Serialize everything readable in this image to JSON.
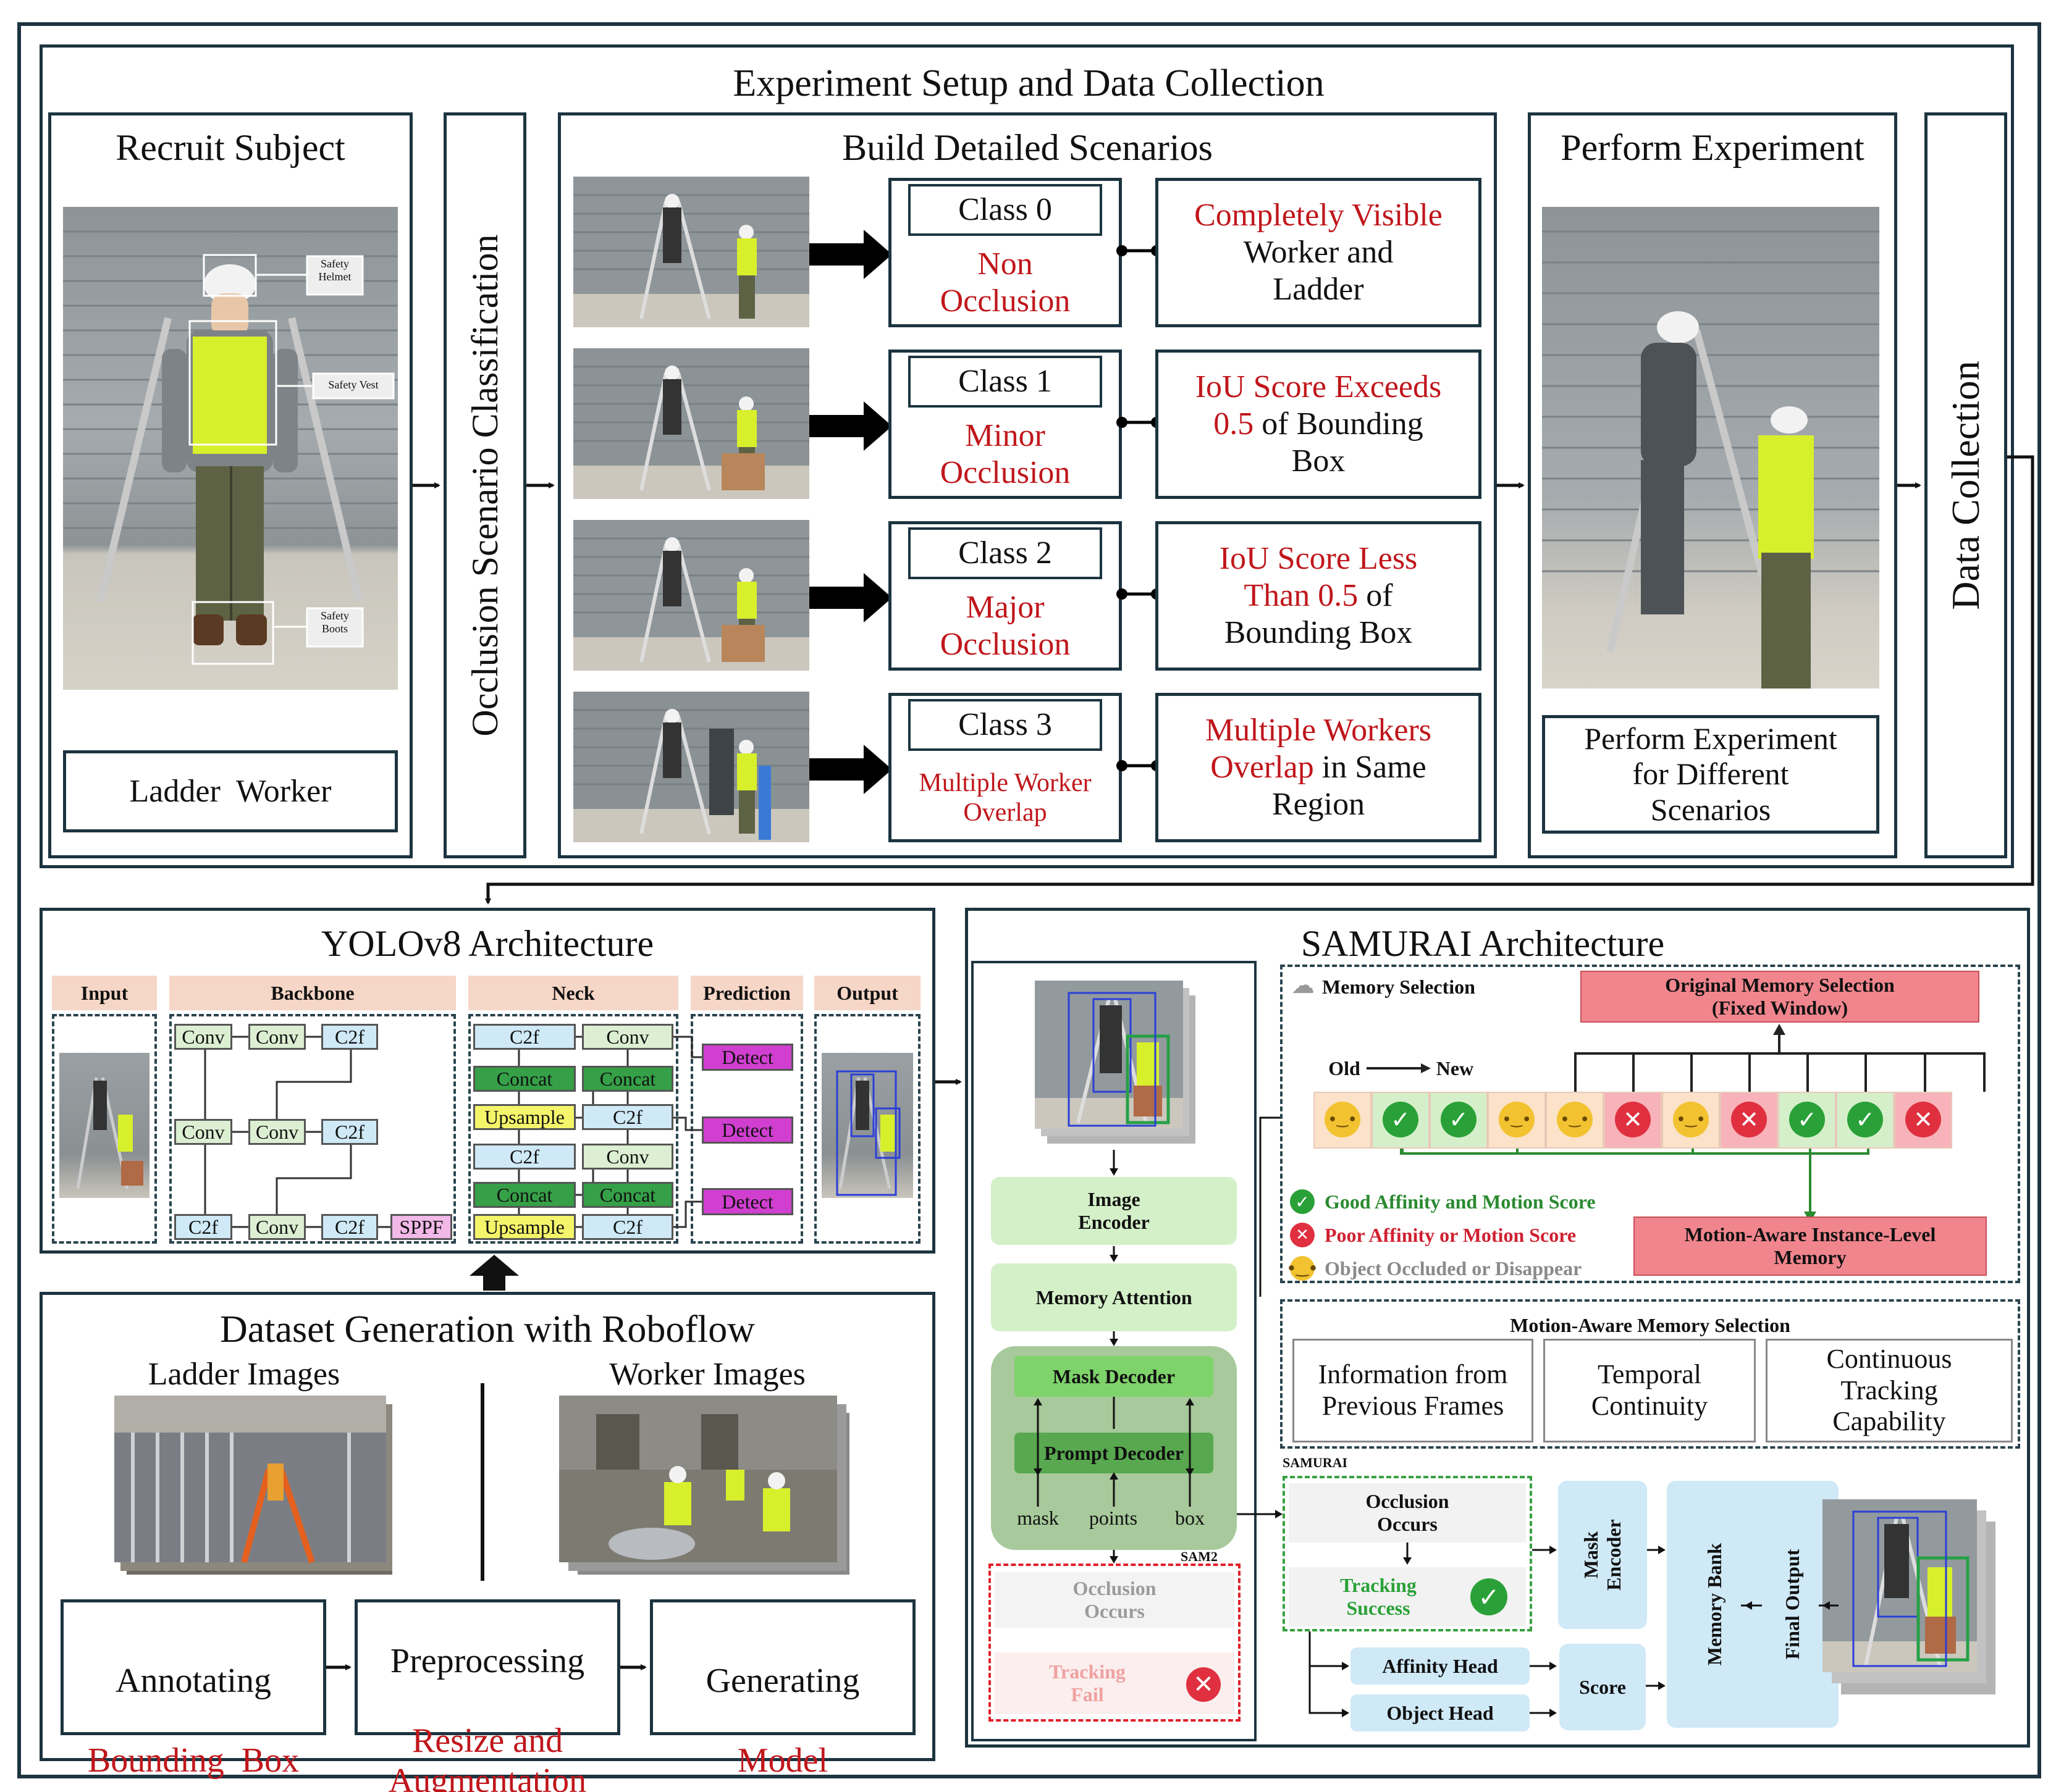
{
  "top": {
    "title": "Experiment Setup and Data Collection",
    "recruit": {
      "title": "Recruit Subject",
      "caption": "Ladder  Worker",
      "tags": [
        "Safety\nHelmet",
        "Safety Vest",
        "Safety\nBoots"
      ]
    },
    "occlusion_title": "Occlusion Scenario Classification",
    "scenarios": {
      "title": "Build Detailed Scenarios",
      "rows": [
        {
          "cls": "Class 0",
          "name": "Non\nOcclusion",
          "desc_red": "Completely Visible",
          "desc_black": "Worker and\nLadder"
        },
        {
          "cls": "Class 1",
          "name": "Minor\nOcclusion",
          "desc_red": "IoU Score Exceeds\n0.5",
          "desc_black": " of Bounding\nBox"
        },
        {
          "cls": "Class 2",
          "name": "Major\nOcclusion",
          "desc_red": "IoU Score Less\nThan 0.5",
          "desc_black": " of\nBounding Box"
        },
        {
          "cls": "Class 3",
          "name": "Multiple Worker\nOverlap",
          "desc_red": "Multiple Workers\nOverlap",
          "desc_black": " in Same\nRegion"
        }
      ]
    },
    "perform": {
      "title": "Perform Experiment",
      "caption": "Perform Experiment\nfor Different\nScenarios"
    },
    "data_collection": "Data Collection"
  },
  "yolo": {
    "title": "YOLOv8 Architecture",
    "headers": [
      "Input",
      "Backbone",
      "Neck",
      "Prediction",
      "Output"
    ],
    "modules": {
      "conv": "Conv",
      "c2f": "C2f",
      "sppf": "SPPF",
      "concat": "Concat",
      "upsample": "Upsample",
      "detect": "Detect"
    }
  },
  "dataset": {
    "title": "Dataset Generation with Roboflow",
    "ladder_images": "Ladder Images",
    "worker_images": "Worker Images",
    "steps": [
      {
        "black": "Annotating",
        "red": "Bounding  Box"
      },
      {
        "black": "Preprocessing",
        "red": "Resize and\nAugmentation"
      },
      {
        "black": "Generating",
        "red": "Model"
      }
    ]
  },
  "samurai": {
    "title": "SAMURAI Architecture",
    "image_encoder": "Image\nEncoder",
    "memory_attention": "Memory Attention",
    "mask_decoder": "Mask Decoder",
    "prompt_decoder": "Prompt Decoder",
    "prompts": [
      "mask",
      "points",
      "box"
    ],
    "sam2_fail": {
      "occ": "Occlusion\nOccurs",
      "fail": "Tracking\nFail",
      "tag": "SAM2"
    },
    "memory_selection": "Memory Selection",
    "original_memory": "Original Memory Selection\n(Fixed Window)",
    "old": "Old",
    "new": "New",
    "legend": [
      "Good Affinity and Motion Score",
      "Poor Affinity or Motion Score",
      "Object Occluded or Disappear"
    ],
    "motion_memory": "Motion-Aware Instance-Level\nMemory",
    "motion_selection": "Motion-Aware Memory Selection",
    "features": [
      "Information  from\nPrevious Frames",
      "Temporal\nContinuity",
      "Continuous\nTracking\nCapability"
    ],
    "samurai_tag": "SAMURAI",
    "occ_success": {
      "occ": "Occlusion\nOccurs",
      "success": "Tracking\nSuccess"
    },
    "mask_encoder": "Mask\nEncoder",
    "memory_bank": "Memory Bank",
    "final_output": "Final Output",
    "affinity_head": "Affinity Head",
    "object_head": "Object Head",
    "score": "Score",
    "frames": [
      "neutral",
      "good",
      "good",
      "neutral",
      "neutral",
      "poor",
      "neutral",
      "poor",
      "good",
      "good",
      "poor"
    ]
  },
  "colors": {
    "frame": "#1c3440",
    "red": "#c0161b",
    "good": "#2aa138",
    "poor": "#e03040",
    "neutral": "#f2c230"
  }
}
